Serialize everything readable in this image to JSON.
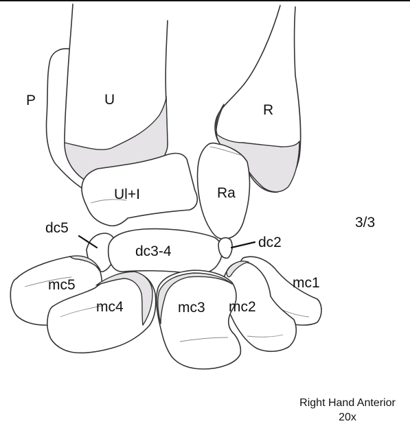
{
  "labels": {
    "p": "P",
    "u": "U",
    "r": "R",
    "ul_i": "Ul+I",
    "ra": "Ra",
    "dc5": "dc5",
    "dc3_4": "dc3-4",
    "dc2": "dc2",
    "mc1": "mc1",
    "mc2": "mc2",
    "mc3": "mc3",
    "mc4": "mc4",
    "mc5": "mc5"
  },
  "stage": "3/3",
  "caption": {
    "line1": "Right Hand Anterior",
    "line2": "20x"
  },
  "colors": {
    "outline": "#333333",
    "cartilage": "#e5e3e6",
    "background": "#ffffff"
  }
}
